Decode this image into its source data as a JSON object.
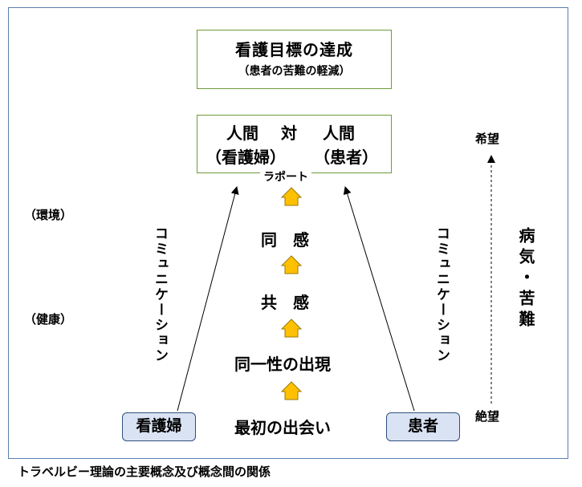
{
  "goal": {
    "title": "看護目標の達成",
    "subtitle": "（患者の苦難の軽減）"
  },
  "relationship": {
    "left_top": "人間",
    "middle_top": "対",
    "right_top": "人間",
    "left_bottom": "（看護婦）",
    "right_bottom": "（患者）"
  },
  "rapport": "ラポート",
  "stages": [
    "最初の出会い",
    "同一性の出現",
    "共　感",
    "同　感"
  ],
  "nurse": "看護婦",
  "patient": "患者",
  "communication": "コミュニケーション",
  "environment": "（環境）",
  "health": "（健康）",
  "illness": "病気・苦難",
  "hope": "希望",
  "despair": "絶望",
  "caption": "トラベルビー理論の主要概念及び概念間の関係",
  "colors": {
    "arrow_fill": "#ffc000",
    "arrow_stroke": "#9c7a00",
    "box_border": "#6f9a3a",
    "pill_fill": "#dae3f3"
  }
}
